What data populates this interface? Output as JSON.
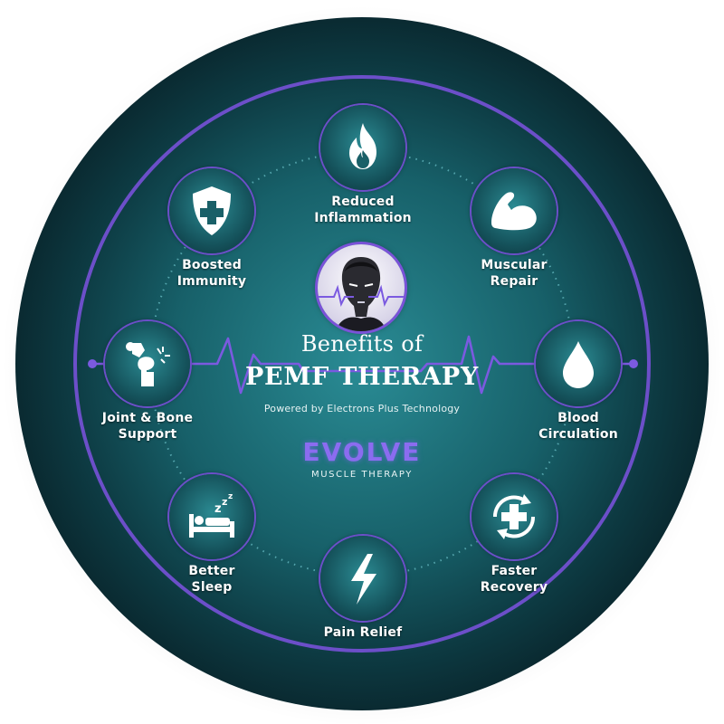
{
  "colors": {
    "disc_inner": "#2a8c95",
    "disc_outer": "#0a2a31",
    "ring": "#6c4fc9",
    "accent_purple": "#8b6cf0",
    "text": "#ffffff"
  },
  "center": {
    "title_line1": "Benefits of",
    "title_line2": "PEMF THERAPY",
    "subtitle": "Powered by Electrons Plus Technology",
    "brand": "EVOLVE",
    "brand_sub": "MUSCLE THERAPY",
    "portrait_icon": "man-face-icon"
  },
  "benefits": [
    {
      "label": "Reduced\nInflammation",
      "icon": "flame-icon"
    },
    {
      "label": "Muscular\nRepair",
      "icon": "flexed-arm-icon"
    },
    {
      "label": "Blood\nCirculation",
      "icon": "water-drop-icon"
    },
    {
      "label": "Faster\nRecovery",
      "icon": "cross-refresh-icon"
    },
    {
      "label": "Pain Relief",
      "icon": "lightning-bolt-icon"
    },
    {
      "label": "Better\nSleep",
      "icon": "sleeping-bed-icon"
    },
    {
      "label": "Joint & Bone\nSupport",
      "icon": "bone-joint-icon"
    },
    {
      "label": "Boosted\nImmunity",
      "icon": "shield-cross-icon"
    }
  ]
}
